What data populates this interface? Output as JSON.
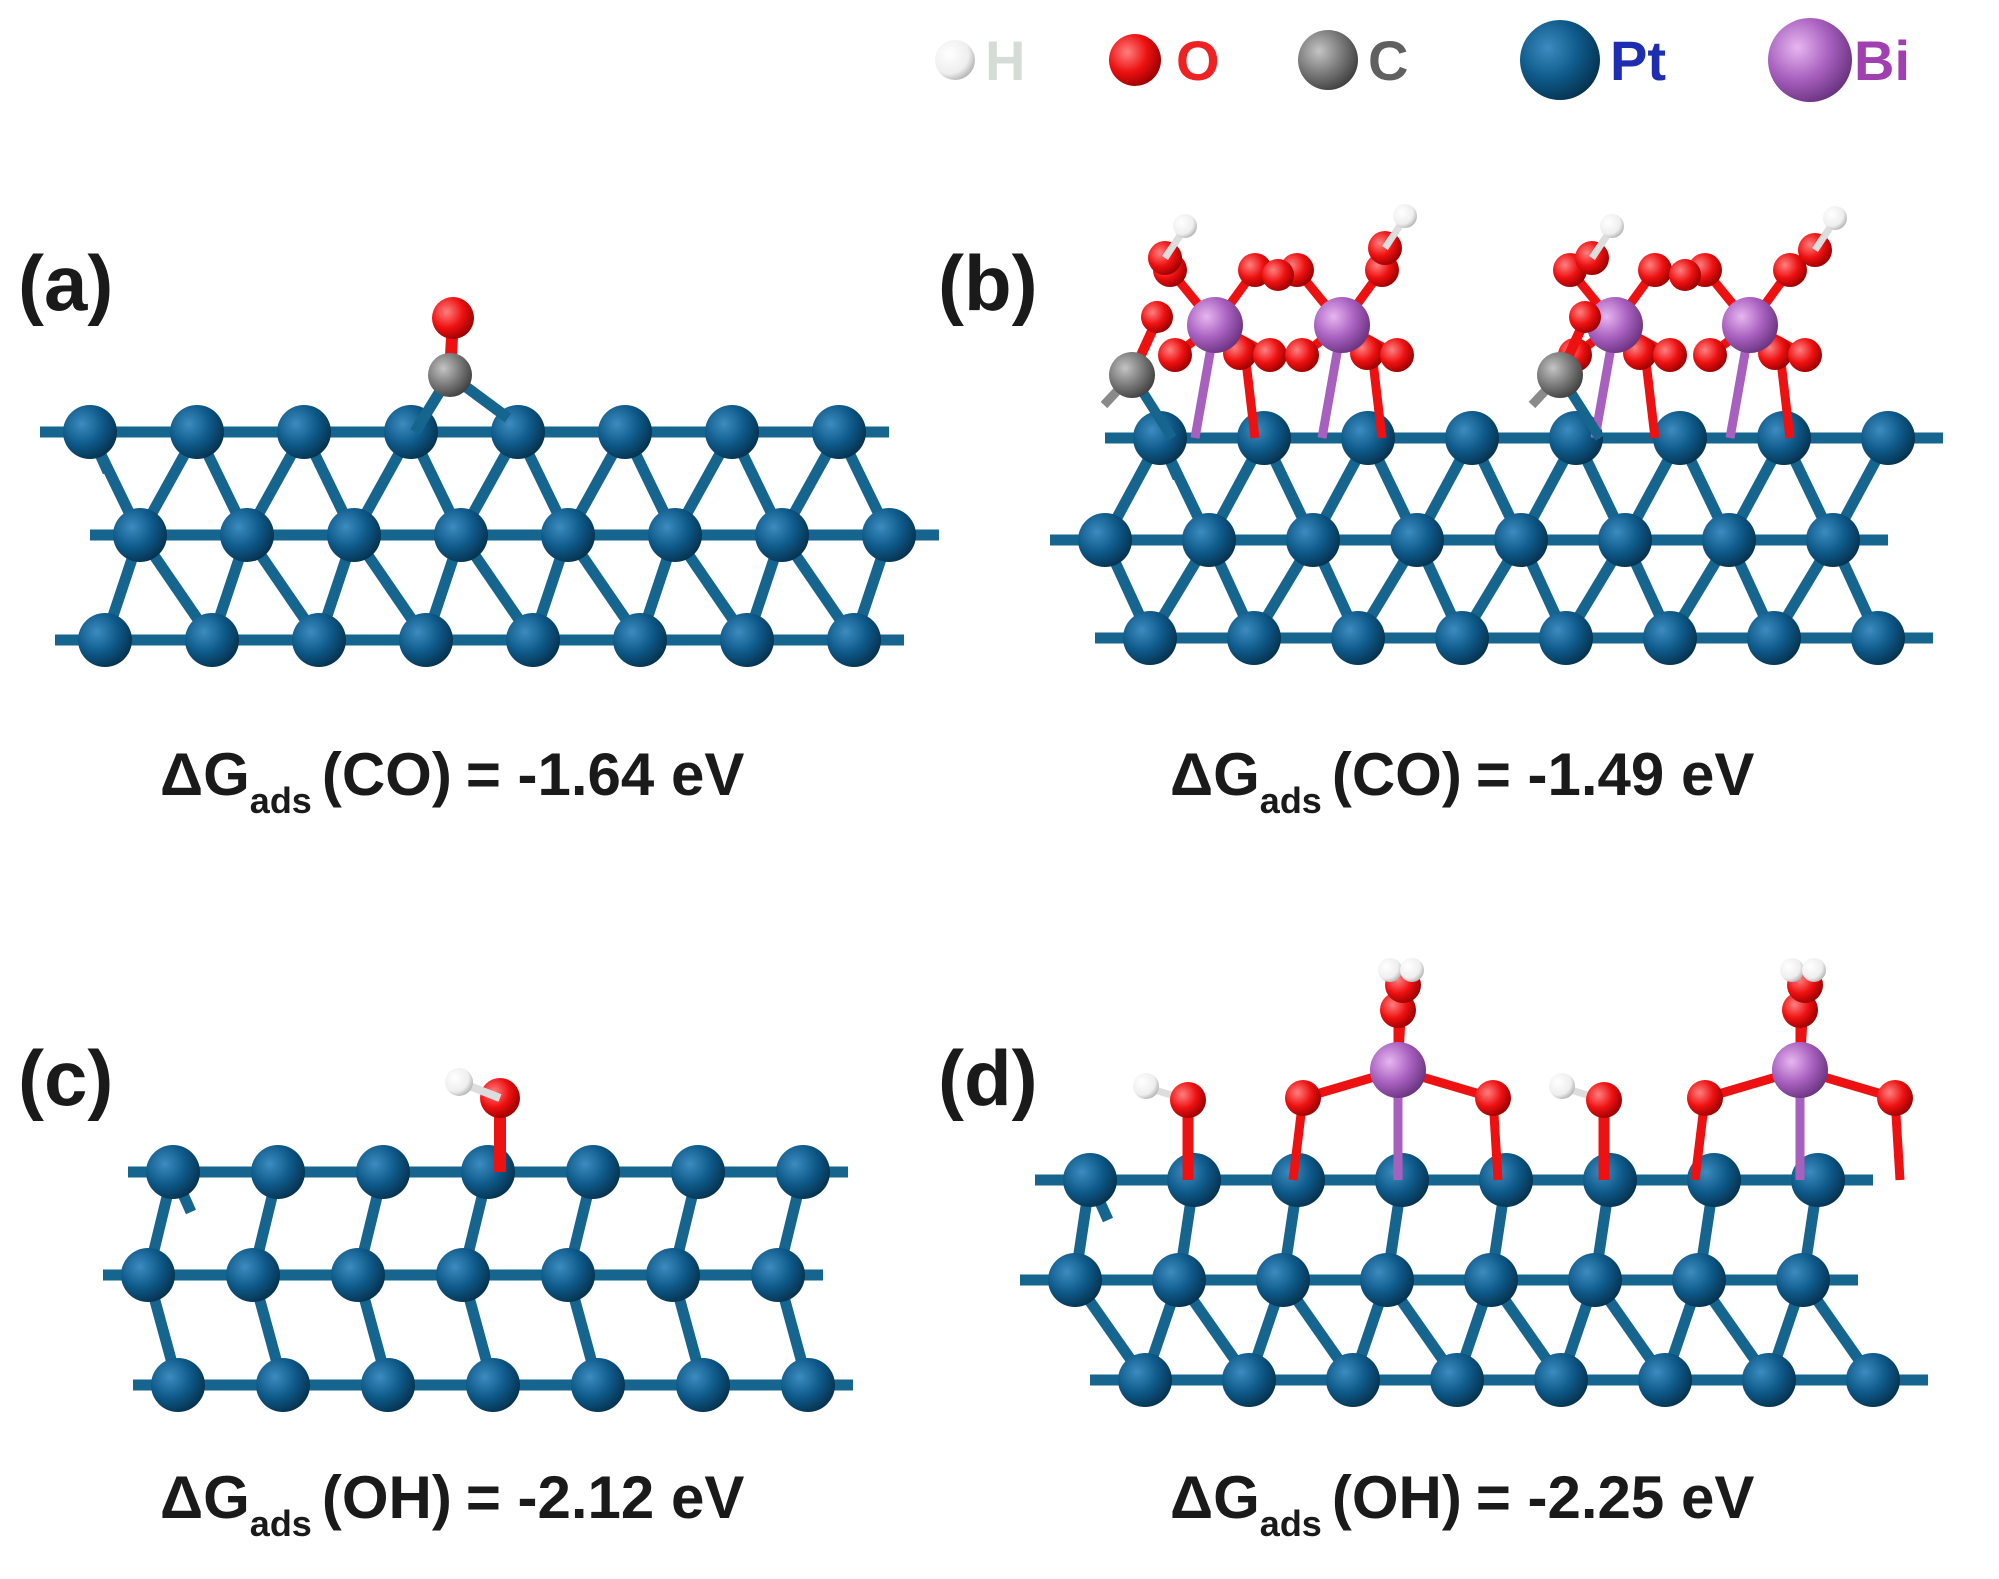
{
  "legend": [
    {
      "symbol": "H",
      "color": "#f2f2f2",
      "text_color": "#d5dcd5"
    },
    {
      "symbol": "O",
      "color": "#ff1a1a",
      "text_color": "#ee2222"
    },
    {
      "symbol": "C",
      "color": "#808080",
      "text_color": "#606060"
    },
    {
      "symbol": "Pt",
      "color": "#0e5a8a",
      "text_color": "#1d2fb0"
    },
    {
      "symbol": "Bi",
      "color": "#b060c0",
      "text_color": "#a040b0"
    }
  ],
  "panels": [
    {
      "label": "(a)",
      "energy": {
        "prefix": "ΔG",
        "sub": "ads",
        "species": "(CO)",
        "value": "= -1.64 eV"
      },
      "adsorbate": "CO",
      "bi_modified": false
    },
    {
      "label": "(b)",
      "energy": {
        "prefix": "ΔG",
        "sub": "ads",
        "species": "(CO)",
        "value": "= -1.49 eV"
      },
      "adsorbate": "CO",
      "bi_modified": true
    },
    {
      "label": "(c)",
      "energy": {
        "prefix": "ΔG",
        "sub": "ads",
        "species": "(OH)",
        "value": "= -2.12 eV"
      },
      "adsorbate": "OH",
      "bi_modified": false
    },
    {
      "label": "(d)",
      "energy": {
        "prefix": "ΔG",
        "sub": "ads",
        "species": "(OH)",
        "value": "= -2.25 eV"
      },
      "adsorbate": "OH",
      "bi_modified": true
    }
  ],
  "colors": {
    "pt": "#0e5a8a",
    "bond": "#16658f",
    "o": "#ee1111",
    "h": "#f4f4f4",
    "c": "#7a7a7a",
    "bi": "#a860bf"
  }
}
